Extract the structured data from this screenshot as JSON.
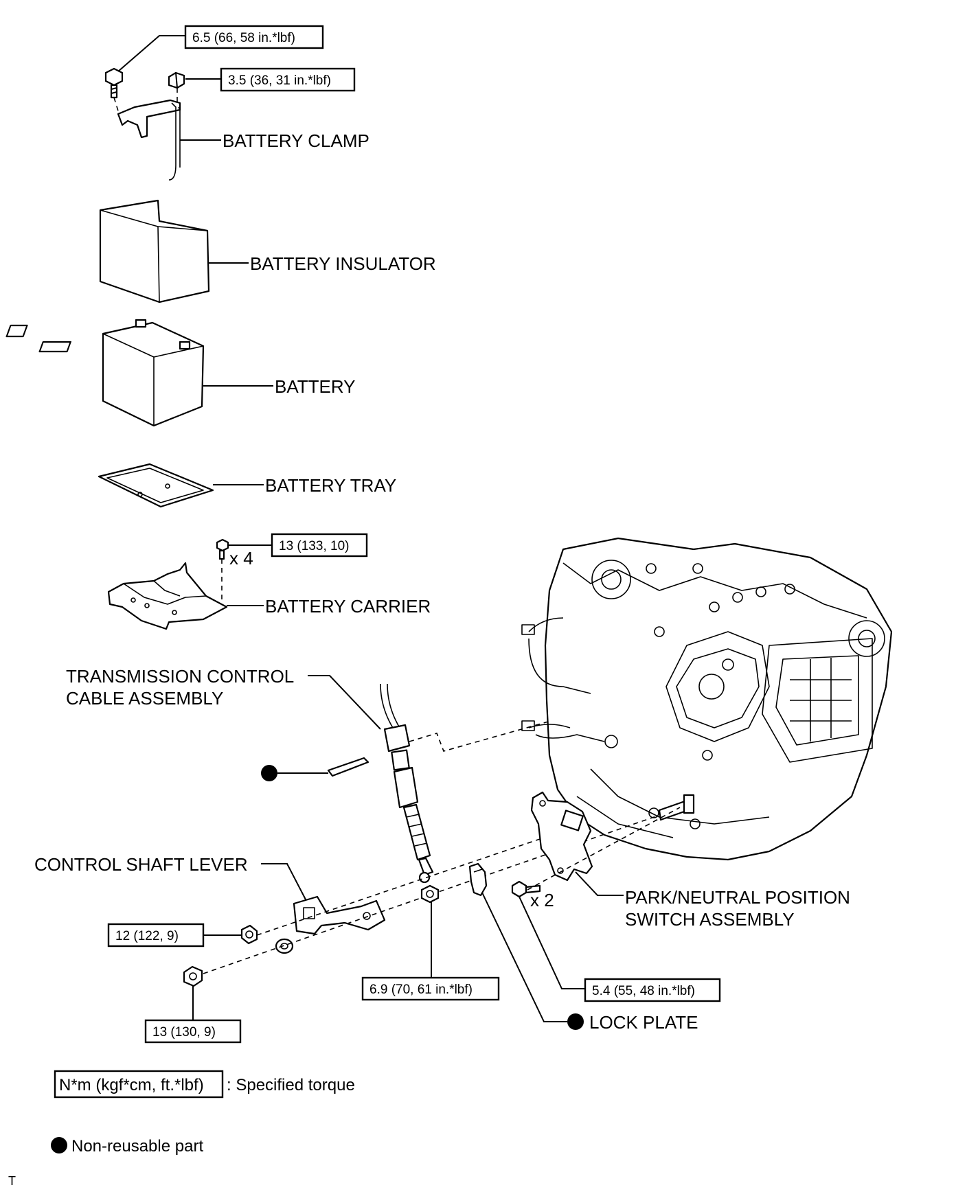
{
  "torque_specs": {
    "battery_clamp_bolt": "6.5 (66, 58 in.*lbf)",
    "battery_clamp_nut": "3.5 (36, 31 in.*lbf)",
    "battery_carrier_bolt": "13 (133, 10)",
    "control_lever_nut_left": "12 (122, 9)",
    "control_shaft_nut": "13 (130, 9)",
    "cable_nut": "6.9 (70, 61 in.*lbf)",
    "pnp_switch_bolt": "5.4 (55, 48 in.*lbf)"
  },
  "labels": {
    "battery_clamp": "BATTERY CLAMP",
    "battery_insulator": "BATTERY INSULATOR",
    "battery": "BATTERY",
    "battery_tray": "BATTERY TRAY",
    "battery_carrier": "BATTERY CARRIER",
    "tcc_line1": "TRANSMISSION CONTROL",
    "tcc_line2": "CABLE ASSEMBLY",
    "control_shaft_lever": "CONTROL SHAFT LEVER",
    "pnp_line1": "PARK/NEUTRAL POSITION",
    "pnp_line2": "SWITCH ASSEMBLY",
    "lock_plate": "LOCK PLATE"
  },
  "quantities": {
    "carrier_bolts": "x 4",
    "pnp_bolts": "x 2"
  },
  "legend": {
    "torque_box": "N*m (kgf*cm, ft.*lbf)",
    "torque_text": ": Specified torque",
    "non_reusable": "Non-reusable part"
  },
  "footer": {
    "mark": "T"
  }
}
